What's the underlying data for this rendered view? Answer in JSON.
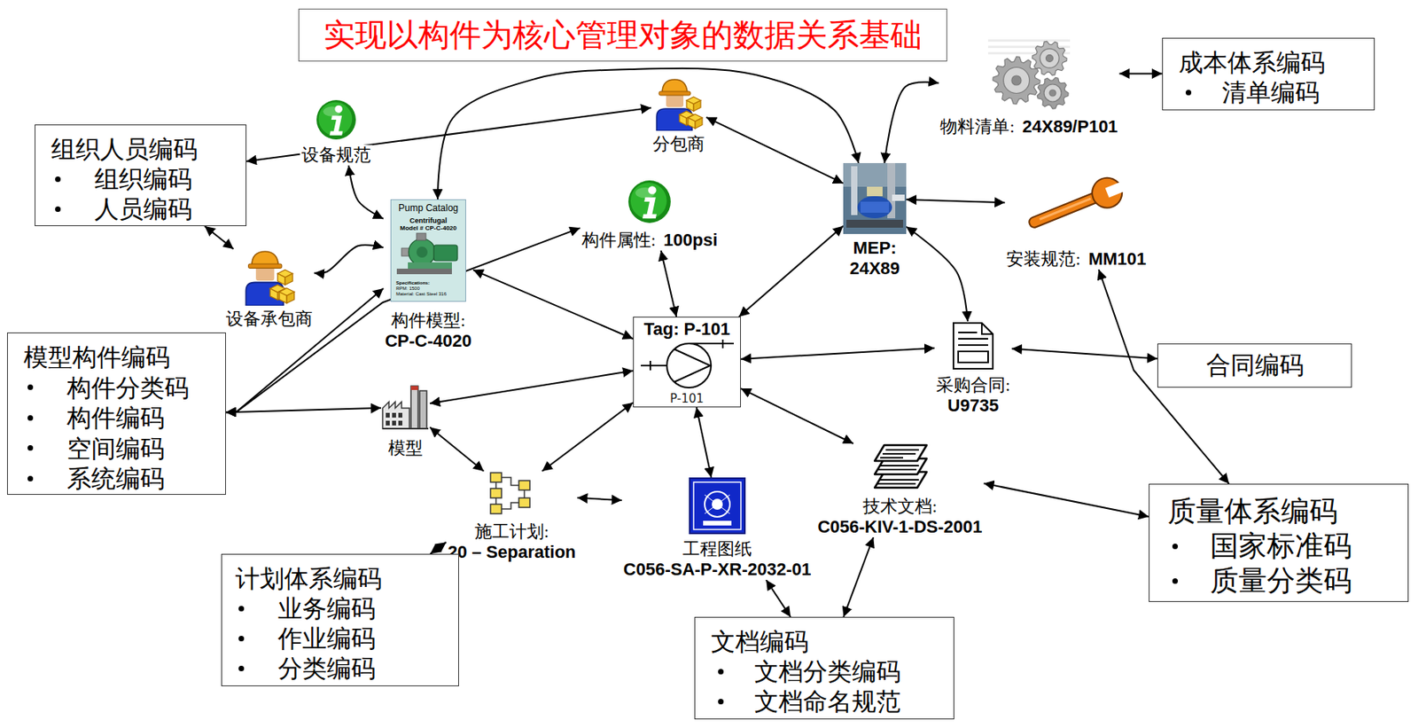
{
  "diagram": {
    "title": "实现以构件为核心管理对象的数据关系基础",
    "nodes": [
      {
        "text": [
          "组织人员编码",
          "组织编码",
          "人员编码"
        ]
      },
      {
        "text": [
          "设备规范"
        ]
      },
      {
        "text": [
          "分包商"
        ]
      },
      {
        "text": [
          "物料清单:",
          "24X89/P101"
        ]
      },
      {
        "text": [
          "成本体系编码",
          "清单编码"
        ]
      },
      {
        "text": [
          "构件属性:",
          "100psi"
        ]
      },
      {
        "text": [
          "MEP:",
          "24X89"
        ]
      },
      {
        "text": [
          "安装规范:",
          "MM101"
        ]
      },
      {
        "text": [
          "设备承包商"
        ]
      },
      {
        "text": [
          "构件模型:",
          "CP-C-4020"
        ]
      },
      {
        "text": [
          "Tag: P-101",
          "P-101"
        ]
      },
      {
        "text": [
          "模型构件编码",
          "构件分类码",
          "构件编码",
          "空间编码",
          "系统编码"
        ]
      },
      {
        "text": [
          "采购合同:",
          "U9735"
        ]
      },
      {
        "text": [
          "合同编码"
        ]
      },
      {
        "text": [
          "模型"
        ]
      },
      {
        "text": [
          "施工计划:",
          "20 – Separation"
        ]
      },
      {
        "text": [
          "工程图纸",
          "C056-SA-P-XR-2032-01"
        ]
      },
      {
        "text": [
          "技术文档:",
          "C056-KIV-1-DS-2001"
        ]
      },
      {
        "text": [
          "质量体系编码",
          "国家标准码",
          "质量分类码"
        ]
      },
      {
        "text": [
          "计划体系编码",
          "业务编码",
          "作业编码",
          "分类编码"
        ]
      },
      {
        "text": [
          "文档编码",
          "文档分类编码",
          "文档命名规范"
        ]
      }
    ],
    "edges": [
      {
        "from": 0,
        "to": 2,
        "arrow": "both"
      },
      {
        "from": 1,
        "to": 9,
        "arrow": "both"
      },
      {
        "from": 0,
        "to": 8,
        "arrow": "both"
      },
      {
        "from": 8,
        "to": 9,
        "arrow": "both"
      },
      {
        "from": 9,
        "to": 6,
        "arrow": "both"
      },
      {
        "from": 2,
        "to": 6,
        "arrow": "both"
      },
      {
        "from": 3,
        "to": 4,
        "arrow": "both"
      },
      {
        "from": 3,
        "to": 6,
        "arrow": "both"
      },
      {
        "from": 6,
        "to": 7,
        "arrow": "both"
      },
      {
        "from": 6,
        "to": 10,
        "arrow": "both"
      },
      {
        "from": 6,
        "to": 12,
        "arrow": "both"
      },
      {
        "from": 9,
        "to": 10,
        "arrow": "both"
      },
      {
        "from": 5,
        "to": 10,
        "arrow": "both"
      },
      {
        "from": 11,
        "to": 5,
        "arrow": "both"
      },
      {
        "from": 11,
        "to": 9,
        "arrow": "both"
      },
      {
        "from": 11,
        "to": 14,
        "arrow": "both"
      },
      {
        "from": 14,
        "to": 10,
        "arrow": "both"
      },
      {
        "from": 14,
        "to": 15,
        "arrow": "both"
      },
      {
        "from": 15,
        "to": 10,
        "arrow": "both"
      },
      {
        "from": 15,
        "to": 16,
        "arrow": "both"
      },
      {
        "from": 15,
        "to": 19,
        "arrow": "both"
      },
      {
        "from": 10,
        "to": 16,
        "arrow": "both"
      },
      {
        "from": 10,
        "to": 12,
        "arrow": "both"
      },
      {
        "from": 10,
        "to": 17,
        "arrow": "both"
      },
      {
        "from": 12,
        "to": 13,
        "arrow": "both"
      },
      {
        "from": 7,
        "to": 18,
        "arrow": "both"
      },
      {
        "from": 17,
        "to": 18,
        "arrow": "both"
      },
      {
        "from": 17,
        "to": 20,
        "arrow": "both"
      },
      {
        "from": 16,
        "to": 20,
        "arrow": "both"
      }
    ],
    "labels": [
      "Pump Catalog",
      "Centrifugal",
      "Model # CP-C-4020",
      "Specifications:",
      "RPM: 1500",
      "Material: Cast Steel 316"
    ]
  }
}
